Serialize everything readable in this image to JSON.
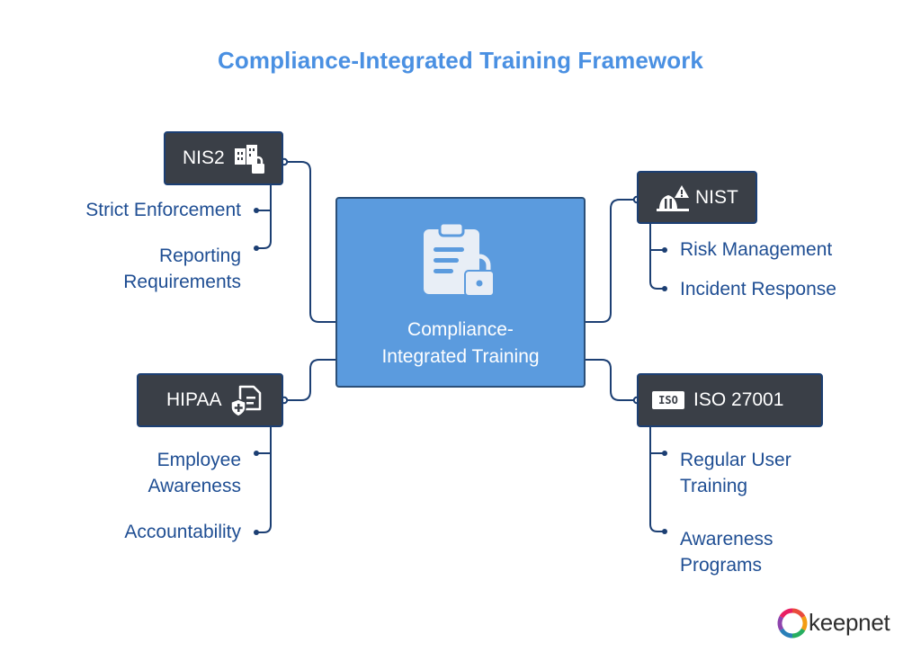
{
  "title": "Compliance-Integrated Training Framework",
  "center": {
    "label_line1": "Compliance-",
    "label_line2": "Integrated Training",
    "icon": "clipboard-lock-icon"
  },
  "nodes": [
    {
      "id": "nis2",
      "label": "NIS2",
      "icon": "buildings-lock-icon",
      "items": [
        {
          "line1": "Strict Enforcement"
        },
        {
          "line1": "Reporting",
          "line2": "Requirements"
        }
      ]
    },
    {
      "id": "nist",
      "label": "NIST",
      "icon": "warning-shield-icon",
      "items": [
        {
          "line1": "Risk Management"
        },
        {
          "line1": "Incident Response"
        }
      ]
    },
    {
      "id": "hipaa",
      "label": "HIPAA",
      "icon": "medical-document-icon",
      "items": [
        {
          "line1": "Employee",
          "line2": "Awareness"
        },
        {
          "line1": "Accountability"
        }
      ]
    },
    {
      "id": "iso",
      "label": "ISO 27001",
      "icon": "iso-badge-icon",
      "badge_text": "ISO",
      "items": [
        {
          "line1": "Regular User",
          "line2": "Training"
        },
        {
          "line1": "Awareness",
          "line2": "Programs"
        }
      ]
    }
  ],
  "logo": {
    "text": "keepnet"
  },
  "colors": {
    "title": "#4a90e2",
    "center_fill": "#5b9bde",
    "node_fill": "#3a3f47",
    "line": "#1c3f73",
    "leaf_text": "#1f4e93"
  }
}
